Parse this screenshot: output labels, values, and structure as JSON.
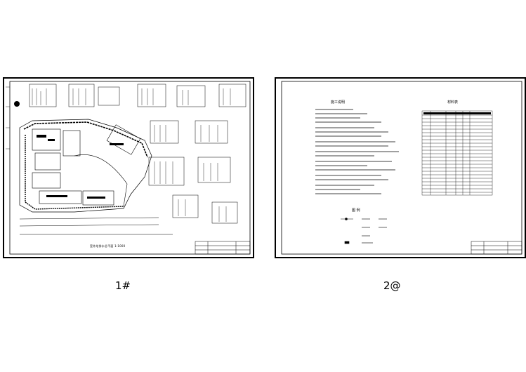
{
  "sheets": [
    {
      "caption": "1#",
      "plan_title": "室外给排水总平面  1:1000"
    },
    {
      "caption": "2@",
      "notes_title": "施工说明",
      "table_title": "材料表",
      "legend_title": "图  例"
    }
  ]
}
